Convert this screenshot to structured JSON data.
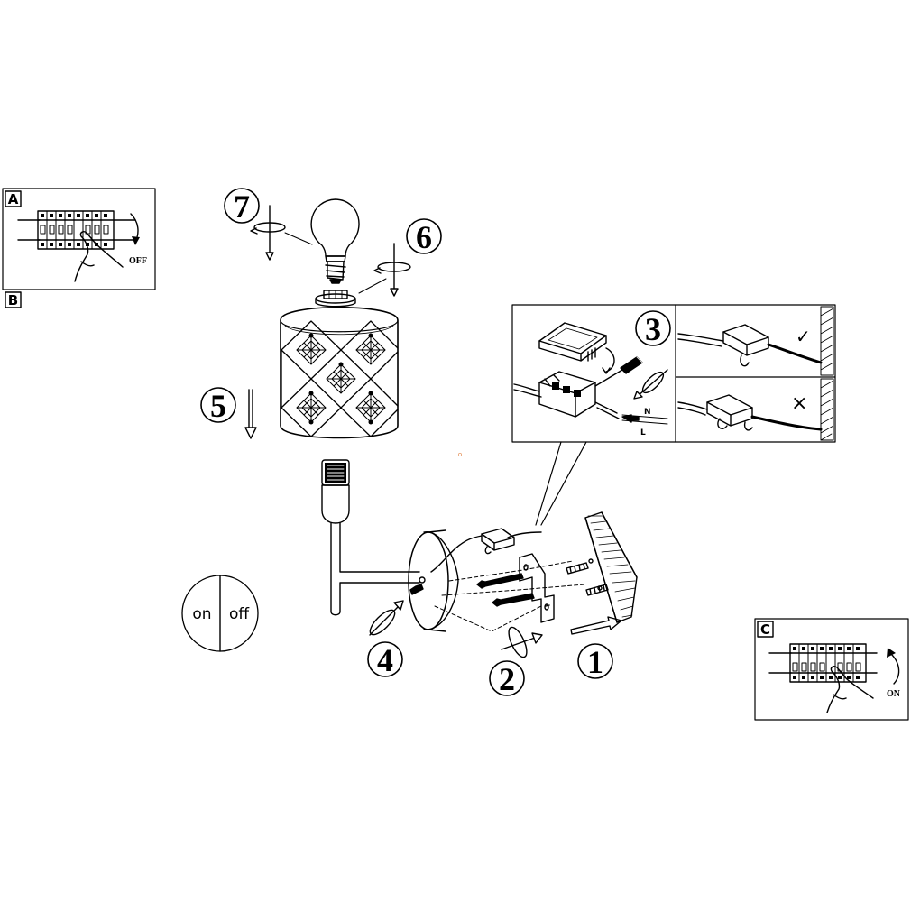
{
  "panels": {
    "a": {
      "letter": "A",
      "action": "OFF"
    },
    "b": {
      "letter": "B"
    },
    "c": {
      "letter": "C",
      "action": "ON"
    }
  },
  "steps": {
    "s1": "1",
    "s2": "2",
    "s3": "3",
    "s4": "4",
    "s5": "5",
    "s6": "6",
    "s7": "7"
  },
  "wiring": {
    "neutral": "N",
    "live": "L",
    "correct": "✓",
    "wrong": "×"
  },
  "switch": {
    "on": "on",
    "off": "off"
  }
}
